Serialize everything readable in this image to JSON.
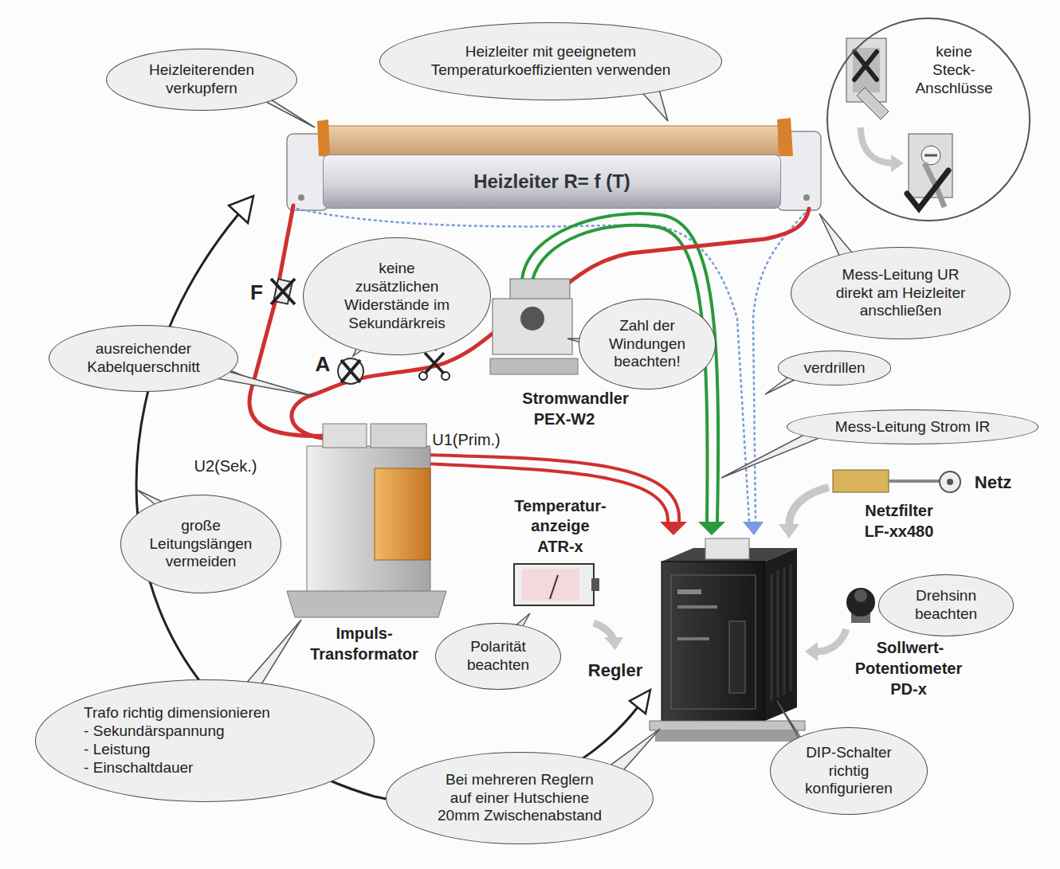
{
  "diagram": {
    "nodes": [
      {
        "text": [
          "Heizleiterenden verkupfern"
        ]
      },
      {
        "text": [
          "Heizleiter mit geeignetem Temperaturkoeffizienten verwenden"
        ]
      },
      {
        "text": [
          "keine Steck- Anschlüsse"
        ]
      },
      {
        "text": [
          "Heizleiter R= f (T)"
        ]
      },
      {
        "text": [
          "keine zusätzlichen Widerstände im Sekundärkreis"
        ]
      },
      {
        "text": [
          "Mess-Leitung UR direkt am Heizleiter anschließen"
        ]
      },
      {
        "text": [
          "ausreichender Kabelquerschnitt"
        ]
      },
      {
        "text": [
          "Zahl der Windungen beachten!"
        ]
      },
      {
        "text": [
          "verdrillen"
        ]
      },
      {
        "text": [
          "Mess-Leitung Strom IR"
        ]
      },
      {
        "text": [
          "große Leitungslängen vermeiden"
        ]
      },
      {
        "text": [
          "Polarität beachten"
        ]
      },
      {
        "text": [
          "Drehsinn beachten"
        ]
      },
      {
        "text": [
          "Trafo richtig dimensionieren",
          "- Sekundärspannung",
          "- Leistung",
          "- Einschaltdauer"
        ]
      },
      {
        "text": [
          "Bei mehreren Reglern auf einer Hutschiene 20mm Zwischenabstand"
        ]
      },
      {
        "text": [
          "DIP-Schalter richtig konfigurieren"
        ]
      }
    ],
    "labels": [
      "F",
      "A",
      "U2(Sek.)",
      "U1(Prim.)",
      "Stromwandler",
      "PEX-W2",
      "Temperatur-",
      "anzeige",
      "ATR-x",
      "Impuls-",
      "Transformator",
      "Regler",
      "Netz",
      "Netzfilter",
      "LF-xx480",
      "Sollwert-",
      "Potentiometer",
      "PD-x"
    ]
  }
}
